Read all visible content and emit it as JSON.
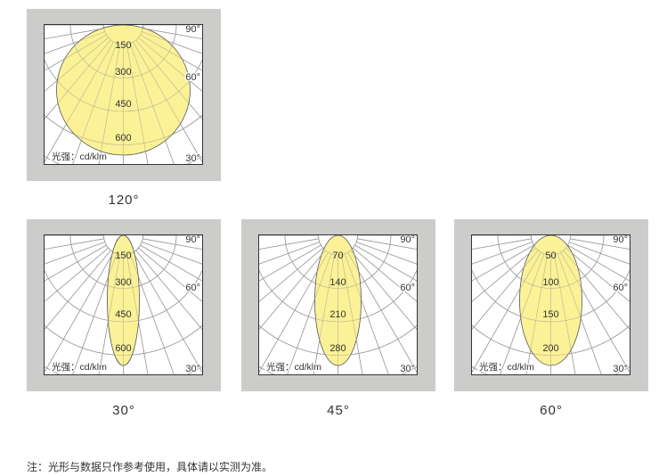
{
  "unit_label": "光强：cd/klm",
  "angle_marks": [
    "90°",
    "60°",
    "30°"
  ],
  "colors": {
    "fill": "#fbef8c",
    "grid": "#999999",
    "frame": "#ccccca"
  },
  "panels": [
    {
      "caption": "120°",
      "beam_angle": 120,
      "rings": [
        "150",
        "300",
        "450",
        "600"
      ]
    },
    {
      "caption": "30°",
      "beam_angle": 30,
      "rings": [
        "150",
        "300",
        "450",
        "600"
      ]
    },
    {
      "caption": "45°",
      "beam_angle": 45,
      "rings": [
        "70",
        "140",
        "210",
        "280"
      ]
    },
    {
      "caption": "60°",
      "beam_angle": 60,
      "rings": [
        "50",
        "100",
        "150",
        "200"
      ]
    }
  ],
  "note": "注：光形与数据只作参考使用，具体请以实测为准。"
}
